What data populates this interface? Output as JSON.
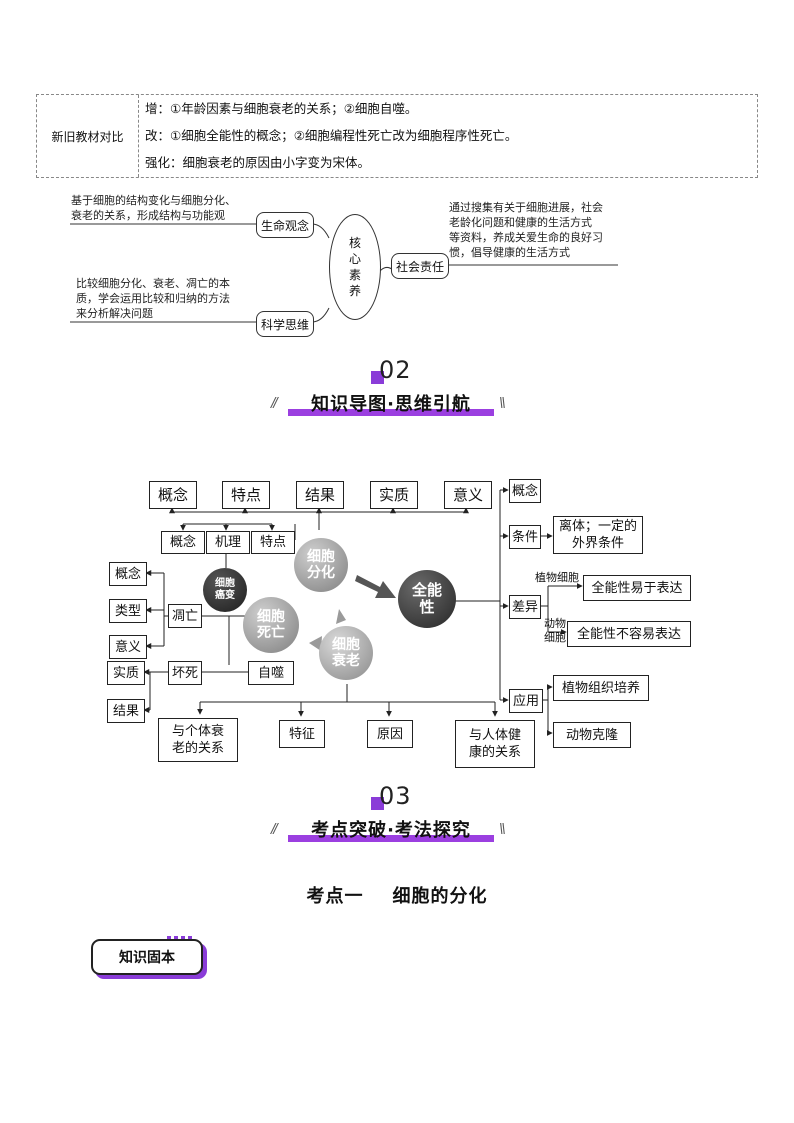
{
  "comparison": {
    "label": "新旧教材对比",
    "rows": [
      "增：①年龄因素与细胞衰老的关系；②细胞自噬。",
      "改：①细胞全能性的概念；②细胞编程性死亡改为细胞程序性死亡。",
      "强化：细胞衰老的原因由小字变为宋体。"
    ]
  },
  "literacy": {
    "center": [
      "核",
      "心",
      "素",
      "养"
    ],
    "nodes": {
      "life": "生命观念",
      "science": "科学思维",
      "social": "社会责任"
    },
    "texts": {
      "life": [
        "基于细胞的结构变化与细胞分化、",
        "衰老的关系，形成结构与功能观"
      ],
      "science": [
        "比较细胞分化、衰老、凋亡的本",
        "质，学会运用比较和归纳的方法",
        "来分析解决问题"
      ],
      "social": [
        "通过搜集有关于细胞进展，社会",
        "老龄化问题和健康的生活方式",
        "等资料，养成关爱生命的良好习",
        "惯，倡导健康的生活方式"
      ]
    }
  },
  "section2": {
    "number": "02",
    "title": "知识导图·思维引航"
  },
  "section3": {
    "number": "03",
    "title": "考点突破·考法探究"
  },
  "knowledge_map": {
    "top_boxes": [
      "概念",
      "特点",
      "结果",
      "实质",
      "意义"
    ],
    "cancer_boxes": [
      "概念",
      "机理",
      "特点"
    ],
    "circles": {
      "differentiation": [
        "细胞",
        "分化"
      ],
      "totipotency": [
        "全能",
        "性"
      ],
      "death": [
        "细胞",
        "死亡"
      ],
      "aging": [
        "细胞",
        "衰老"
      ],
      "cancer": [
        "细胞",
        "癌变"
      ]
    },
    "left": {
      "concept": "概念",
      "type": "类型",
      "meaning": "意义",
      "essence": "实质",
      "result": "结果",
      "apoptosis": "凋亡",
      "necrosis": "坏死",
      "autophagy": "自噬"
    },
    "bottom": {
      "individual": [
        "与个体衰",
        "老的关系"
      ],
      "feature": "特征",
      "cause": "原因",
      "health": [
        "与人体健",
        "康的关系"
      ]
    },
    "right": {
      "concept": "概念",
      "condition": "条件",
      "condition_detail": [
        "离体；一定的",
        "外界条件"
      ],
      "difference": "差异",
      "plant_cell": "植物细胞",
      "plant_easy": "全能性易于表达",
      "animal_cell": [
        "动物",
        "细胞"
      ],
      "animal_hard": "全能性不容易表达",
      "application": "应用",
      "plant_culture": "植物组织培养",
      "animal_clone": "动物克隆"
    }
  },
  "kaodian": {
    "title": "考点一    细胞的分化"
  },
  "badge": {
    "label": "知识固本"
  },
  "colors": {
    "accent": "#8a3cd8",
    "circle_gray": "#8c8c8c",
    "circle_dark": "#3a3a3a"
  }
}
